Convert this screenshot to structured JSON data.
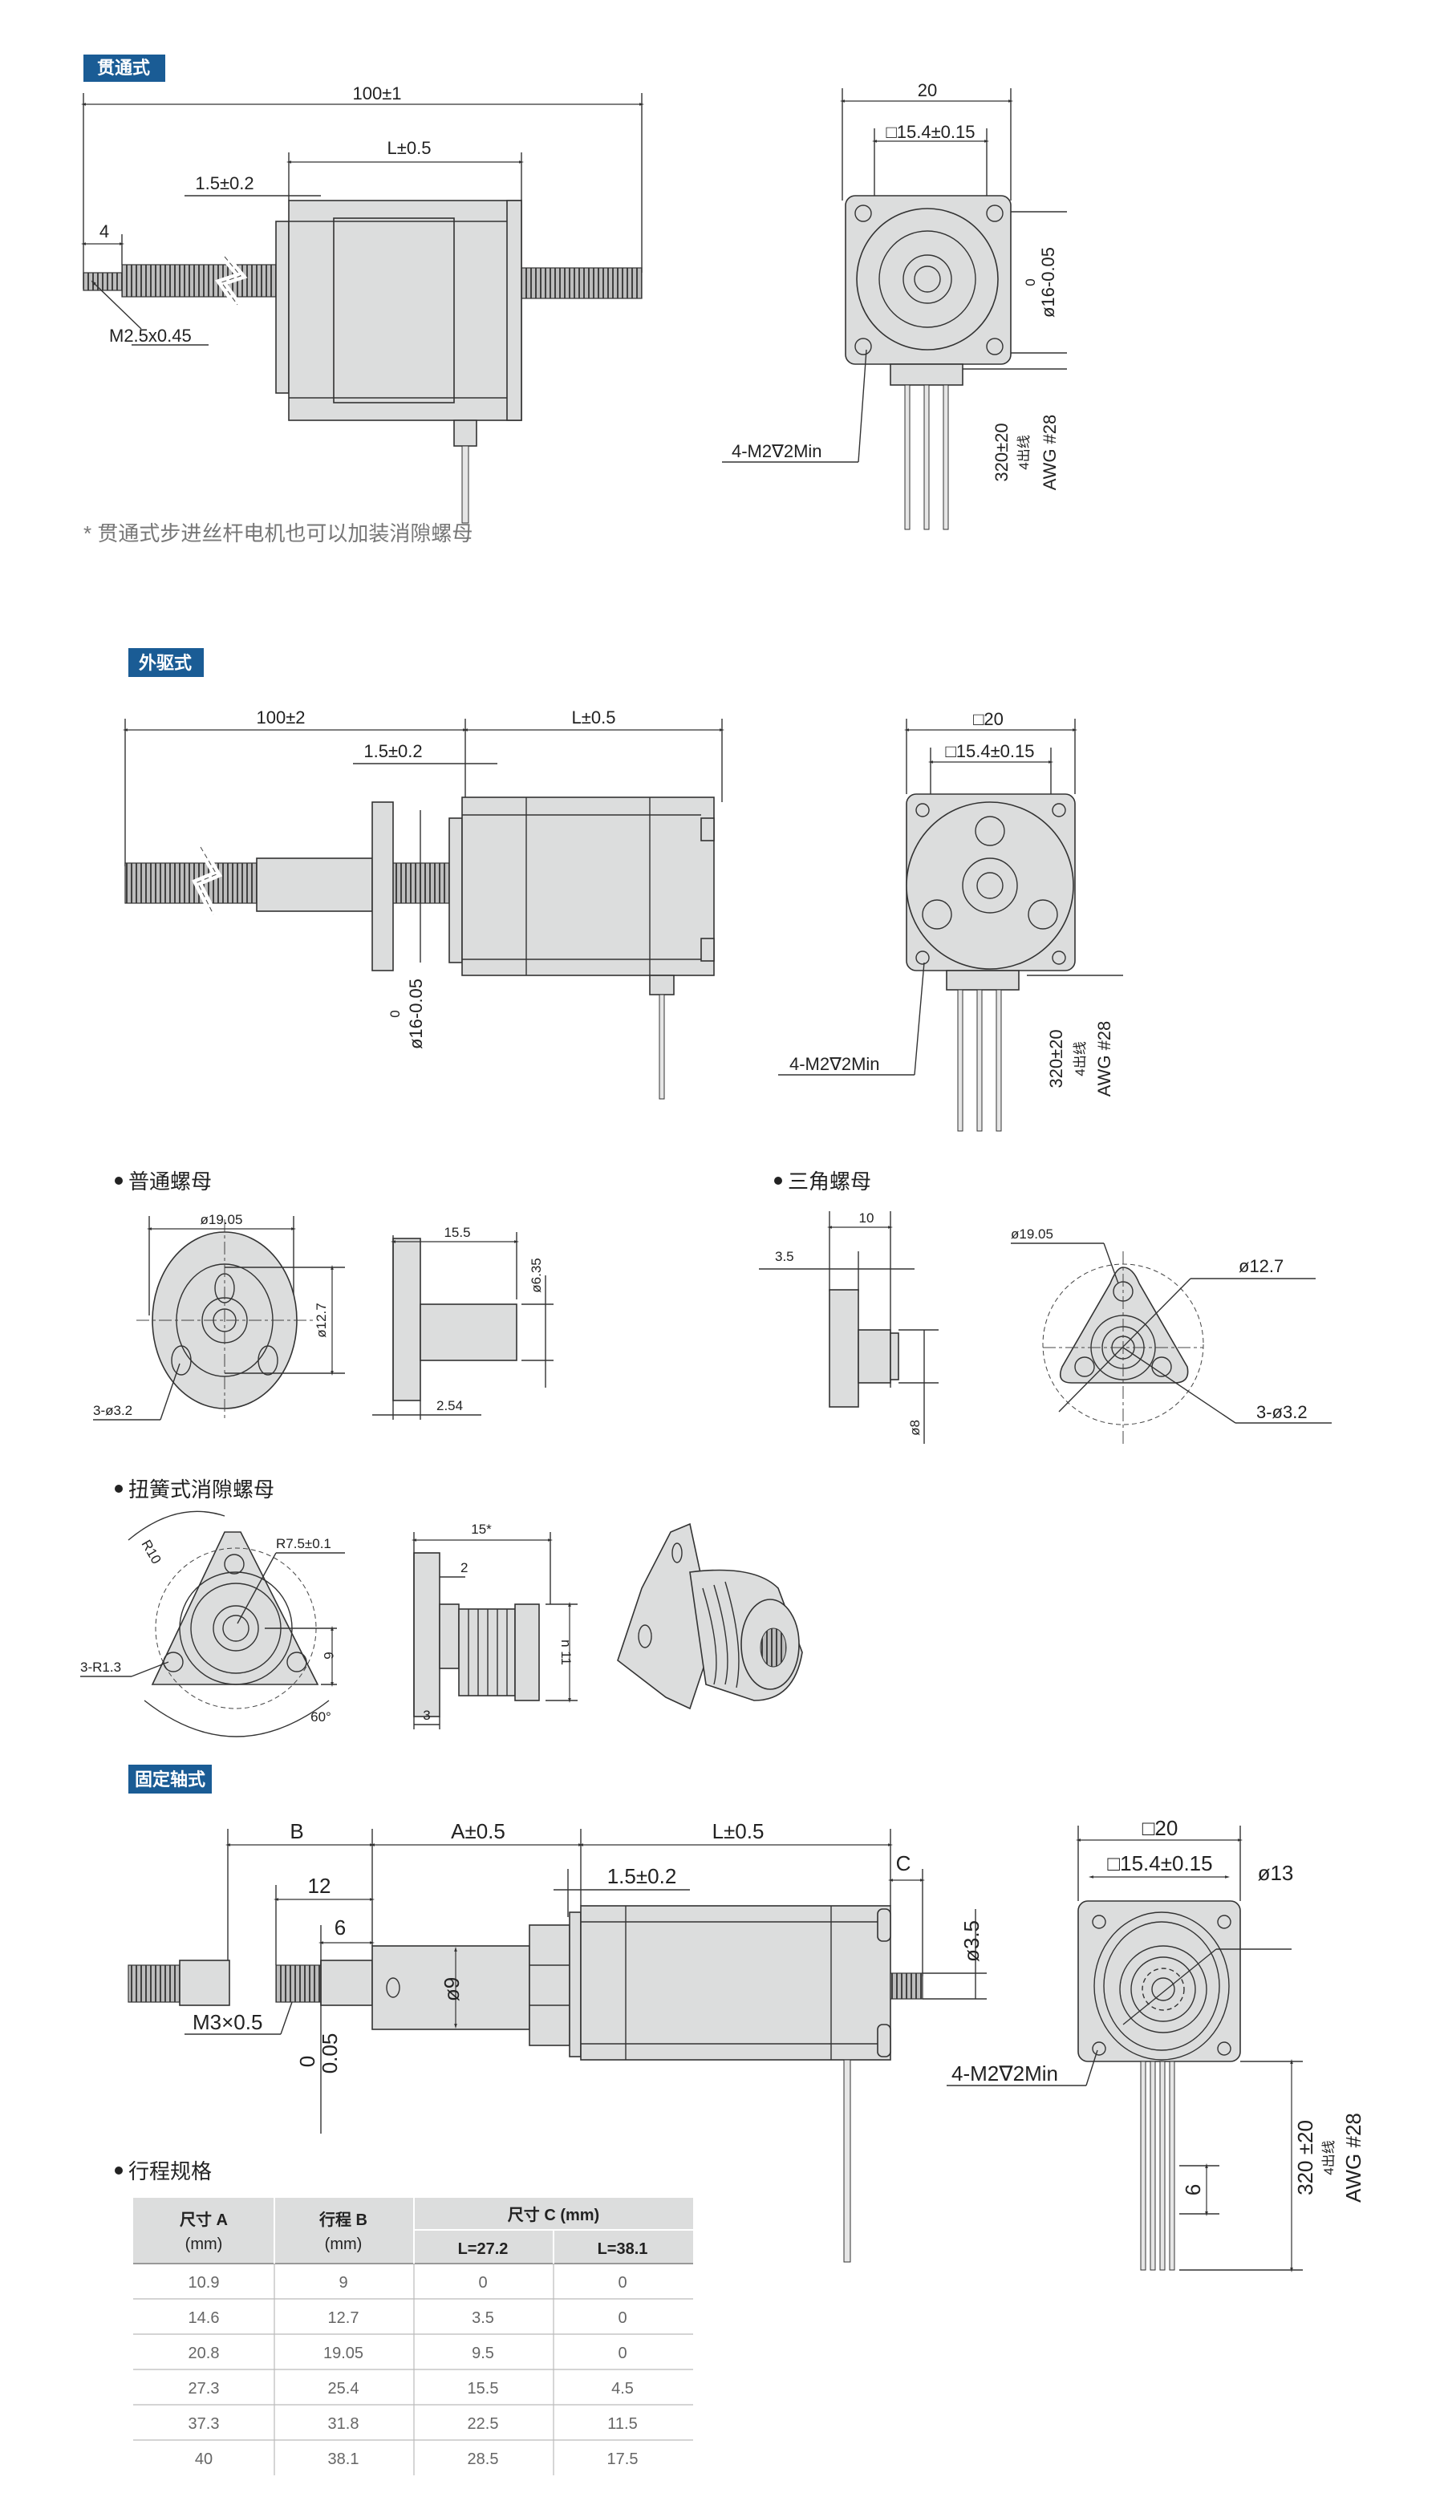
{
  "colors": {
    "badge": "#1a5c95",
    "part_fill": "#dcdddd",
    "table_header": "#dcdddd"
  },
  "section_through": {
    "badge": "贯通式",
    "dims": {
      "overall": "100±1",
      "length": "L±0.5",
      "flange": "1.5±0.2",
      "thread_end": "4",
      "thread": "M2.5x0.45"
    },
    "end_view": {
      "width": "20",
      "hole_pitch": "□15.4±0.15",
      "boss_zero": "0",
      "boss": "ø16-0.05",
      "holes": "4-M2∇2Min",
      "cable_length": "320±20",
      "cable_count": "4出线",
      "cable_gauge": "AWG #28"
    },
    "note": "* 贯通式步进丝杆电机也可以加装消隙螺母"
  },
  "section_external": {
    "badge": "外驱式",
    "dims": {
      "overall": "100±2",
      "length": "L±0.5",
      "flange": "1.5±0.2",
      "boss_zero": "0",
      "boss": "ø16-0.05"
    },
    "end_view": {
      "width": "□20",
      "hole_pitch": "□15.4±0.15",
      "holes": "4-M2∇2Min",
      "cable_length": "320±20",
      "cable_count": "4出线",
      "cable_gauge": "AWG #28"
    }
  },
  "nuts": {
    "standard": {
      "title": "普通螺母",
      "flange_dia": "ø19.05",
      "pitch_dia": "ø12.7",
      "holes": "3-ø3.2",
      "length": "15.5",
      "shaft_dia": "ø6.35",
      "flange_thk": "2.54"
    },
    "triangle": {
      "title": "三角螺母",
      "length": "10",
      "flange_thk": "3.5",
      "shaft_dia": "ø8",
      "flange_dia": "ø19.05",
      "pitch_dia": "ø12.7",
      "holes": "3-ø3.2"
    },
    "anti_backlash": {
      "title": "扭簧式消隙螺母",
      "r_outer": "R10",
      "r_pitch": "R7.5±0.1",
      "holes": "3-R1.3",
      "offset": "6",
      "angle": "60°",
      "length": "15*",
      "step": "2",
      "dia": "n 11",
      "flange_thk": "3"
    }
  },
  "section_fixed": {
    "badge": "固定轴式",
    "dims": {
      "b": "B",
      "a": "A±0.5",
      "length": "L±0.5",
      "c": "C",
      "twelve": "12",
      "six": "6",
      "flange": "1.5±0.2",
      "shaft_dia": "ø3.5",
      "thread": "M3×0.5",
      "tol_zero": "0",
      "tol": "0.05",
      "body_dia": "ø9"
    },
    "end_view": {
      "width": "□20",
      "hole_pitch": "□15.4±0.15",
      "boss": "ø13",
      "holes": "4-M2∇2Min",
      "strip": "6",
      "cable_length": "320 ±20",
      "cable_count": "4出线",
      "cable_gauge": "AWG #28"
    }
  },
  "stroke_table": {
    "title": "行程规格",
    "headers": {
      "a": "尺寸 A",
      "a_unit": "(mm)",
      "b": "行程 B",
      "b_unit": "(mm)",
      "c": "尺寸 C (mm)",
      "c1": "L=27.2",
      "c2": "L=38.1"
    },
    "rows": [
      [
        "10.9",
        "9",
        "0",
        "0"
      ],
      [
        "14.6",
        "12.7",
        "3.5",
        "0"
      ],
      [
        "20.8",
        "19.05",
        "9.5",
        "0"
      ],
      [
        "27.3",
        "25.4",
        "15.5",
        "4.5"
      ],
      [
        "37.3",
        "31.8",
        "22.5",
        "11.5"
      ],
      [
        "40",
        "38.1",
        "28.5",
        "17.5"
      ]
    ]
  }
}
